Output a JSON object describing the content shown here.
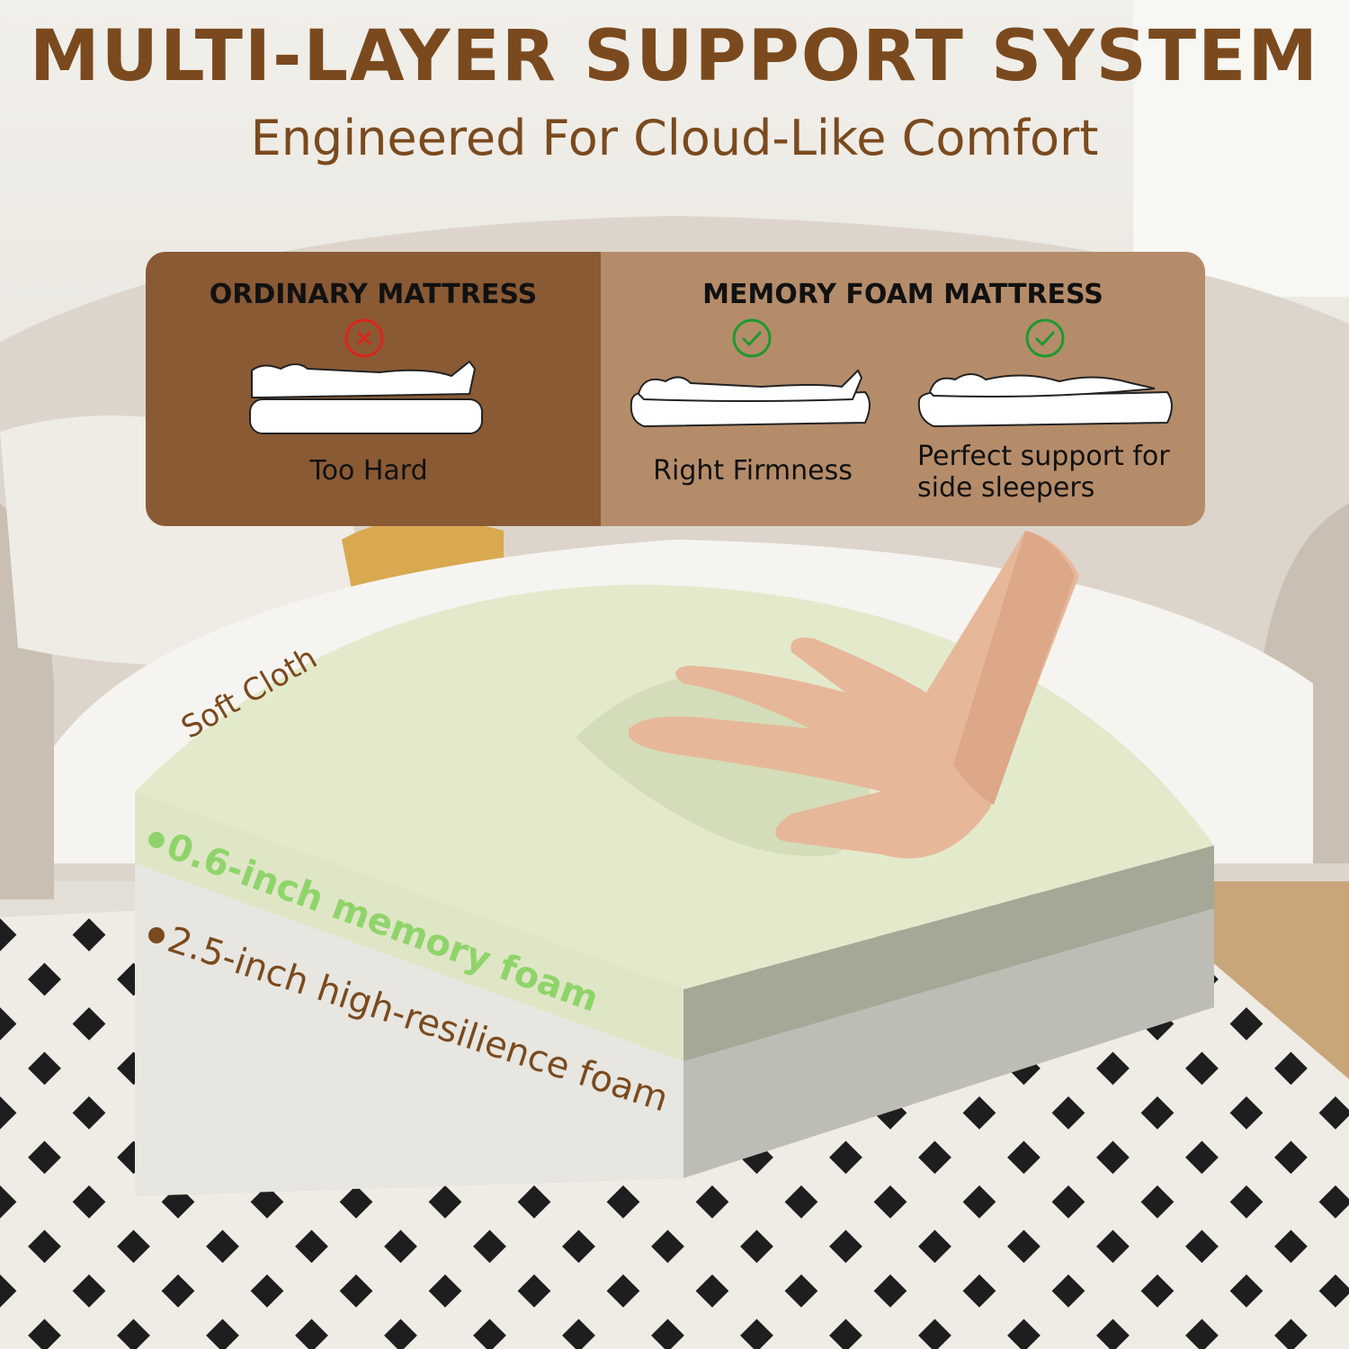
{
  "header": {
    "title": "MULTI-LAYER SUPPORT SYSTEM",
    "subtitle": "Engineered For Cloud-Like Comfort"
  },
  "comparison": {
    "ordinary": {
      "heading": "ORDINARY MATTRESS",
      "status_icon": "cross-circle-icon",
      "caption": "Too Hard"
    },
    "memory_foam": {
      "heading": "MEMORY FOAM MATTRESS",
      "items": [
        {
          "status_icon": "check-circle-icon",
          "caption": "Right Firmness"
        },
        {
          "status_icon": "check-circle-icon",
          "caption_line1": "Perfect support for",
          "caption_line2": "side sleepers"
        }
      ]
    }
  },
  "layers": {
    "top": "Soft Cloth",
    "middle": "0.6-inch memory foam",
    "bottom": "2.5-inch high-resilience foam"
  },
  "colors": {
    "title_brown": "#7a4a1e",
    "panel_dark": "#8a5a35",
    "panel_light": "#b58c6a",
    "cross_red": "#d9261c",
    "check_green": "#1c9a2e",
    "memory_green": "#8fd46a",
    "resilience_brown": "#7a4a1e"
  }
}
